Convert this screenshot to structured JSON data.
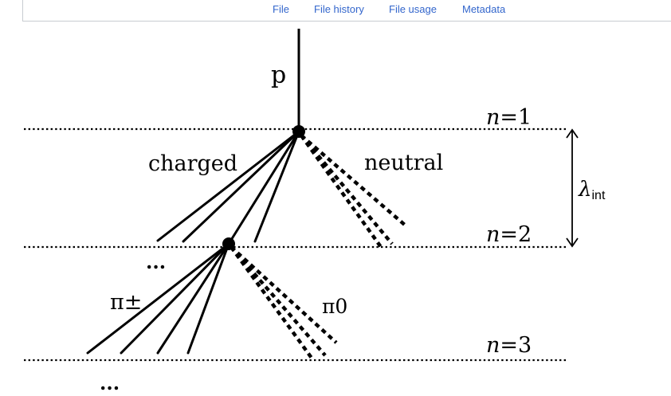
{
  "tabs": [
    {
      "label": "File"
    },
    {
      "label": "File history"
    },
    {
      "label": "File usage"
    },
    {
      "label": "Metadata"
    }
  ],
  "figure": {
    "primary": "p",
    "charged": "charged",
    "neutral": "neutral",
    "pion_charged": "π±",
    "pion_neutral": "π0",
    "lambda_symbol": "λ",
    "lambda_subscript": "int",
    "generation_labels": [
      {
        "var": "n",
        "eq": "=1"
      },
      {
        "var": "n",
        "eq": "=2"
      },
      {
        "var": "n",
        "eq": "=3"
      }
    ],
    "ellipsis_1": "...",
    "ellipsis_2": "..."
  }
}
